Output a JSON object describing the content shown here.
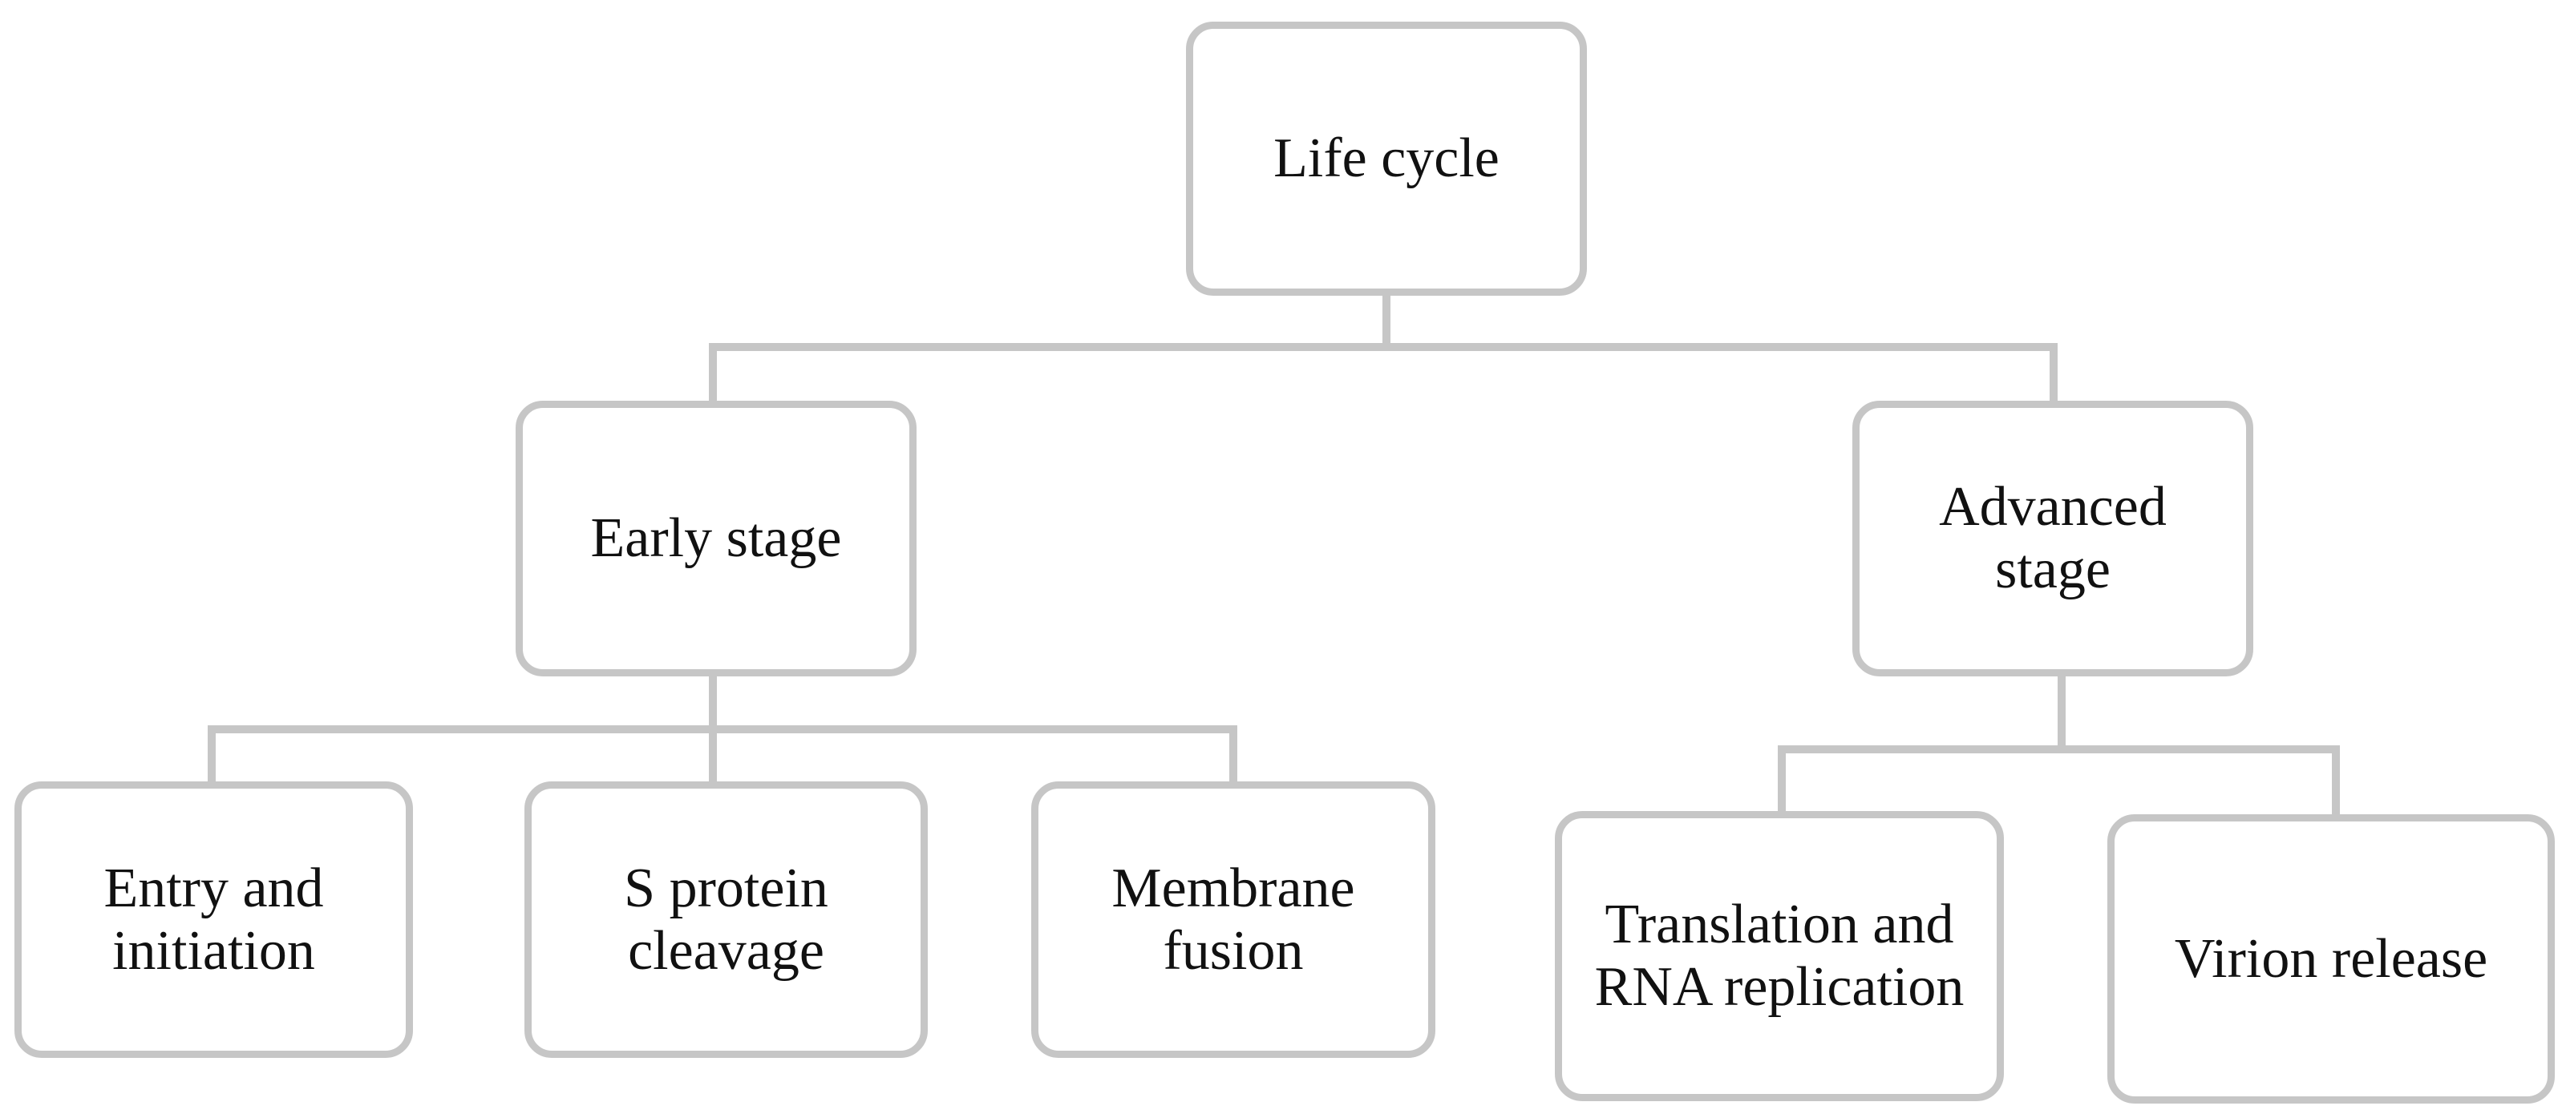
{
  "diagram": {
    "nodes": {
      "life_cycle": "Life cycle",
      "early_stage": "Early  stage",
      "advanced_stage": "Advanced\nstage",
      "entry_initiation": "Entry and\ninitiation",
      "s_protein_cleavage": "S protein\ncleavage",
      "membrane_fusion": "Membrane\nfusion",
      "translation_rna": "Translation  and\nRNA replication",
      "virion_release": "Virion release"
    },
    "edges": [
      {
        "from": "life_cycle",
        "to": "early_stage"
      },
      {
        "from": "life_cycle",
        "to": "advanced_stage"
      },
      {
        "from": "early_stage",
        "to": "entry_initiation"
      },
      {
        "from": "early_stage",
        "to": "s_protein_cleavage"
      },
      {
        "from": "early_stage",
        "to": "membrane_fusion"
      },
      {
        "from": "advanced_stage",
        "to": "translation_rna"
      },
      {
        "from": "advanced_stage",
        "to": "virion_release"
      }
    ],
    "colors": {
      "box_border": "#c6c6c6",
      "connector": "#c6c6c6",
      "text": "#111111",
      "background": "#ffffff"
    }
  }
}
